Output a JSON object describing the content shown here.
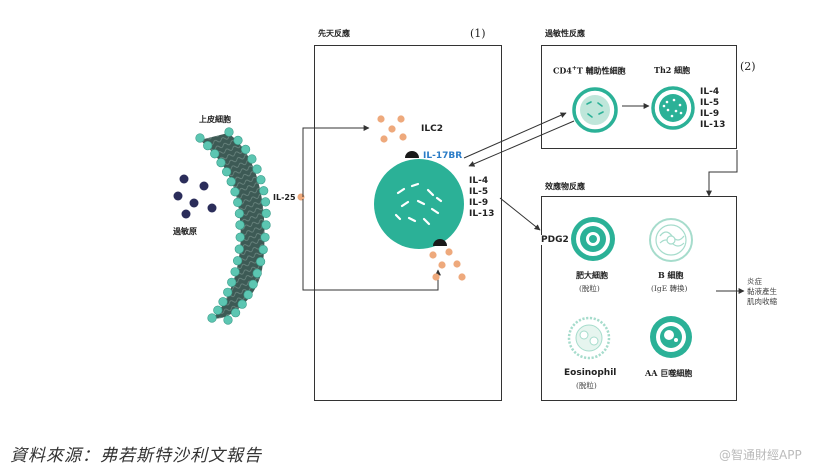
{
  "diagram": {
    "innate_title": "先天反應",
    "innate_number": "(1)",
    "inflammatory_title": "過敏性反應",
    "inflammatory_number": "(2)",
    "effector_title": "效應物反應",
    "epithelium_label": "上皮細胞",
    "allergen_label": "過敏原",
    "il25_label": "IL-25",
    "ilc2_label": "ILC2",
    "il17br_label": "IL-17BR",
    "ilc_cytokines": [
      "IL-4",
      "IL-5",
      "IL-9",
      "IL-13"
    ],
    "cd4_label_a": "CD4",
    "cd4_label_sup": "+",
    "cd4_label_b": "T 輔助性細胞",
    "th2_label": "Th2 細胞",
    "th2_cytokines": [
      "IL-4",
      "IL-5",
      "IL-9",
      "IL-13"
    ],
    "pdg2_label": "PDG2",
    "mast_cell_label": "肥大細胞",
    "mast_cell_sub": "(脫粒)",
    "b_cell_label": "B 細胞",
    "b_cell_sub": "(IgE 轉換)",
    "eosinophil_label": "Eosinophil",
    "eosinophil_sub": "(脫粒)",
    "aa_macrophage_label": "AA 巨噬細胞",
    "outcomes": [
      "炎症",
      "黏液產生",
      "肌肉收縮"
    ],
    "source": "資料來源：弗若斯特沙利文報告",
    "watermark": "@智通財經APP"
  },
  "colors": {
    "teal": "#2bb197",
    "teal_light": "#9bd8c9",
    "membrane": "#3d5a55",
    "bead": "#5cc6b2",
    "allergen_dot": "#2b2d5a",
    "cytokine_dot": "#eea97c",
    "receptor": "#1a1a1a",
    "link_blue": "#2a7cc7",
    "pale_cell": "#c9e8de"
  }
}
